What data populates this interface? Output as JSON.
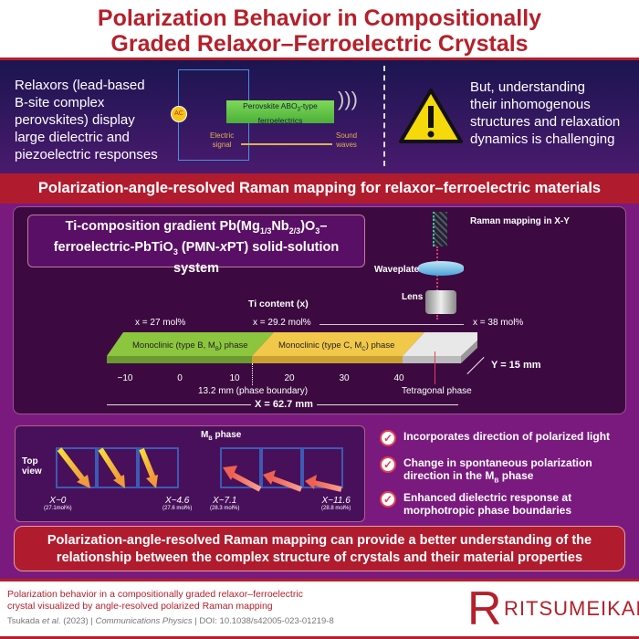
{
  "title": {
    "line1": "Polarization Behavior in Compositionally",
    "line2": "Graded Relaxor–Ferroelectric Crystals"
  },
  "intro": {
    "left_text": [
      "Relaxors (lead-based",
      "B-site complex",
      "perovskites) display",
      "large dielectric and",
      "piezoelectric responses"
    ],
    "ac_label": "AC",
    "perovskite_label": "Perovskite ABO",
    "perovskite_sub": "3",
    "perovskite_label2": "-type",
    "perovskite_label3": "ferroelectrics",
    "electric_signal": [
      "Electric",
      "signal"
    ],
    "sound_waves": [
      "Sound",
      "waves"
    ],
    "warning_icon": "warning-triangle-icon",
    "right_text": [
      "But, understanding",
      "their inhomogenous",
      "structures and relaxation",
      "dynamics is challenging"
    ]
  },
  "banner": "Polarization-angle-resolved Raman mapping for relaxor–ferroelectric materials",
  "system": {
    "p1": "Ti-composition gradient Pb(Mg",
    "s1": "1/3",
    "p2": "Nb",
    "s2": "2/3",
    "p3": ")O",
    "s3": "3",
    "p4": "–",
    "p5": "ferroelectric-PbTiO",
    "s4": "3",
    "p6": " (PMN-",
    "p7": "x",
    "p8": "PT) solid-solution",
    "p9": "system"
  },
  "setup": {
    "raman": "Raman mapping in X-Y",
    "waveplate": "Waveplate",
    "lens": "Lens"
  },
  "crystal": {
    "ti_content": "Ti content (x)",
    "x27": "x = 27 mol%",
    "x292": "x = 29.2 mol%",
    "x38": "x = 38 mol%",
    "phase_b": "Monoclinic (type B, M",
    "phase_b_sub": "B",
    "phase_c": "Monoclinic (type C, M",
    "phase_c_sub": "C",
    "phase_close": ") phase",
    "ticks": [
      "−10",
      "0",
      "10",
      "20",
      "30",
      "40"
    ],
    "boundary": "13.2 mm (phase boundary)",
    "tetragonal": "Tetragonal phase",
    "X": "X = 62.7 mm",
    "Y": "Y = 15 mm",
    "colors": {
      "mb": "#8cc63f",
      "mc": "#f2c84b",
      "tetragonal": "#e8e8e8"
    }
  },
  "mb": {
    "title": "M",
    "title_sub": "B",
    "title2": " phase",
    "top_view": [
      "Top",
      "view"
    ],
    "labels": [
      {
        "x": "X~0",
        "mol": "(27.1mol%)"
      },
      {
        "x": "X~4.6",
        "mol": "(27.6 mol%)"
      },
      {
        "x": "X~7.1",
        "mol": "(28.3 mol%)"
      },
      {
        "x": "X~11.6",
        "mol": "(28.8 mol%)"
      }
    ]
  },
  "checks": [
    {
      "icon": "check-circle-icon",
      "text": [
        "Incorporates direction of polarized light"
      ]
    },
    {
      "icon": "check-circle-icon",
      "text": [
        "Change in spontaneous polarization",
        "direction in the M",
        "B",
        " phase"
      ]
    },
    {
      "icon": "check-circle-icon",
      "text": [
        "Enhanced dielectric response at",
        "morphotropic phase boundaries"
      ]
    }
  ],
  "conclusion": [
    "Polarization-angle-resolved Raman mapping can provide a better understanding of the",
    "relationship between the complex structure of crystals and their material properties"
  ],
  "footer": {
    "line1": "Polarization behavior in a compositionally graded relaxor–ferroelectric",
    "line2": "crystal visualized by angle-resolved polarized Raman mapping",
    "authors": "Tsukada ",
    "etal": "et al.",
    "year": " (2023) | ",
    "journal": "Communications Physics",
    "doi": " | DOI: 10.1038/s42005-023-01219-8",
    "logo_r": "R",
    "logo": "RITSUMEIKAN"
  }
}
